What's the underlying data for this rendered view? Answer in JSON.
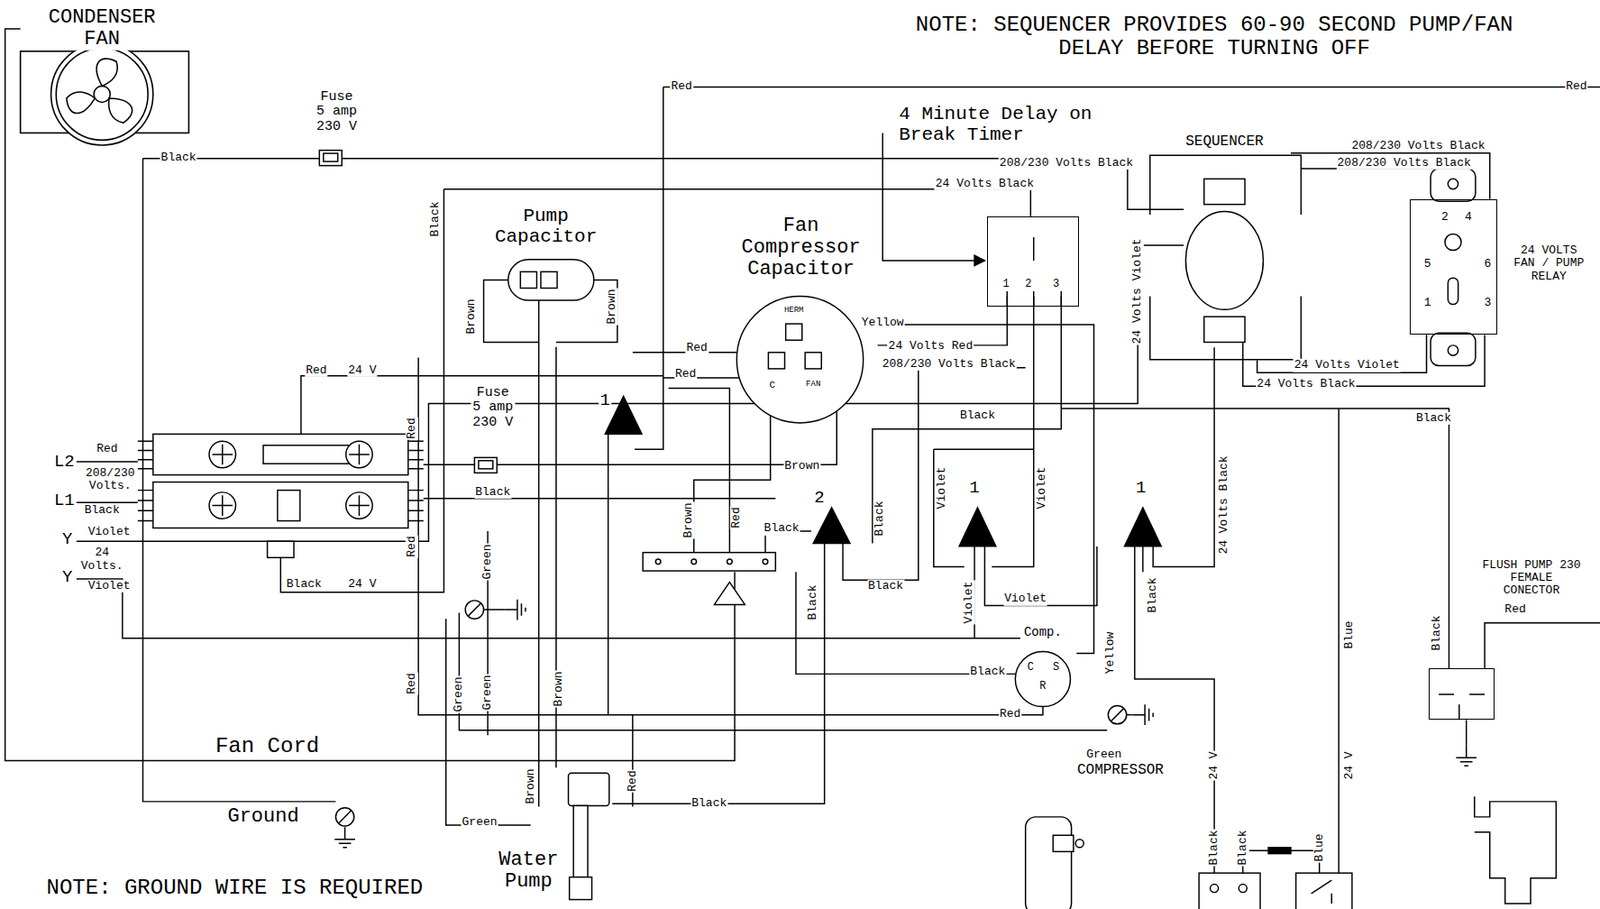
{
  "diagram": {
    "nodes": [
      {
        "text": [
          "CONDENSER FAN"
        ]
      },
      {
        "text": [
          "Pump Capacitor"
        ]
      },
      {
        "text": [
          "Fan Compressor Capacitor",
          "HERM",
          "C",
          "FAN"
        ]
      },
      {
        "text": [
          "1",
          "2",
          "3"
        ]
      },
      {
        "text": [
          "SEQUENCER"
        ]
      },
      {
        "text": [
          "2",
          "4",
          "5",
          "6",
          "1",
          "3",
          "24 VOLTS FAN / PUMP RELAY"
        ]
      },
      {
        "text": [
          "Comp.",
          "C",
          "S",
          "R"
        ]
      },
      {
        "text": [
          "FLUSH PUMP 230 FEMALE CONECTOR"
        ]
      },
      {
        "text": [
          "Water Pump"
        ]
      }
    ],
    "edges": [
      {
        "from": 1,
        "to": 8,
        "arrow": "none",
        "label": "Brown"
      },
      {
        "from": 2,
        "to": 6,
        "arrow": "none",
        "label": "Yellow"
      },
      {
        "from": 4,
        "to": 5,
        "arrow": "none",
        "label": "208/230 Volts Black"
      },
      {
        "from": 5,
        "to": 4,
        "arrow": "none",
        "label": "24 Volts Violet"
      }
    ],
    "labels": [
      "NOTE: SEQUENCER PROVIDES 60-90 SECOND PUMP/FAN DELAY BEFORE TURNING OFF",
      "Red",
      "Red",
      "Fuse 5 amp 230 V",
      "Black",
      "208/230 Volts Black",
      "24 Volts Black",
      "4 Minute Delay on Break Timer",
      "Black",
      "Brown",
      "Brown",
      "Red",
      "Red",
      "24 Volts Red",
      "208/230 Volts Black",
      "208/230 Volts Black",
      "24 Volts Violet",
      "24 Volts Black",
      "Black",
      "Black",
      "Red",
      "24 V",
      "Fuse 5 amp 230 V",
      "Red",
      "L2",
      "Red",
      "208/230 Volts.",
      "L1",
      "Black",
      "Y",
      "Violet",
      "24 Volts.",
      "Y",
      "Violet",
      "Brown",
      "Black",
      "1",
      "Brown",
      "Red",
      "Black",
      "2",
      "Black",
      "Violet",
      "1",
      "Violet",
      "1",
      "24 Volts Black",
      "Red",
      "Green",
      "Black",
      "24 V",
      "Black",
      "Black",
      "Violet",
      "Violet",
      "Black",
      "Blue",
      "Red",
      "Black",
      "Black",
      "Yellow",
      "Red",
      "Red",
      "Green",
      "Green",
      "Fan Cord",
      "Green",
      "COMPRESSOR",
      "24 V",
      "24 V",
      "Ground",
      "Brown",
      "Red",
      "Black",
      "Green",
      "NOTE: GROUND WIRE IS REQUIRED",
      "Black",
      "Black",
      "Blue"
    ]
  }
}
